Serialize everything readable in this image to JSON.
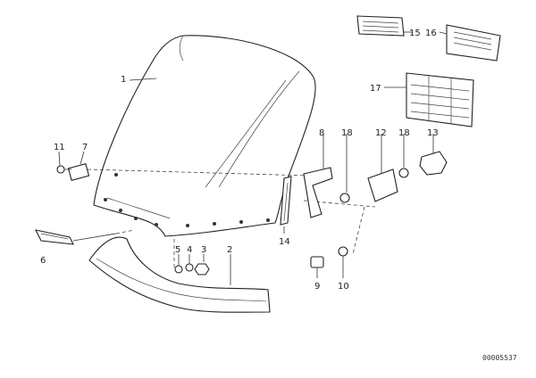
{
  "callouts": [
    "1",
    "2",
    "3",
    "4",
    "5",
    "6",
    "7",
    "8",
    "9",
    "10",
    "11",
    "12",
    "13",
    "14",
    "15",
    "16",
    "17",
    "18",
    "18"
  ],
  "reference_number": "00005537"
}
